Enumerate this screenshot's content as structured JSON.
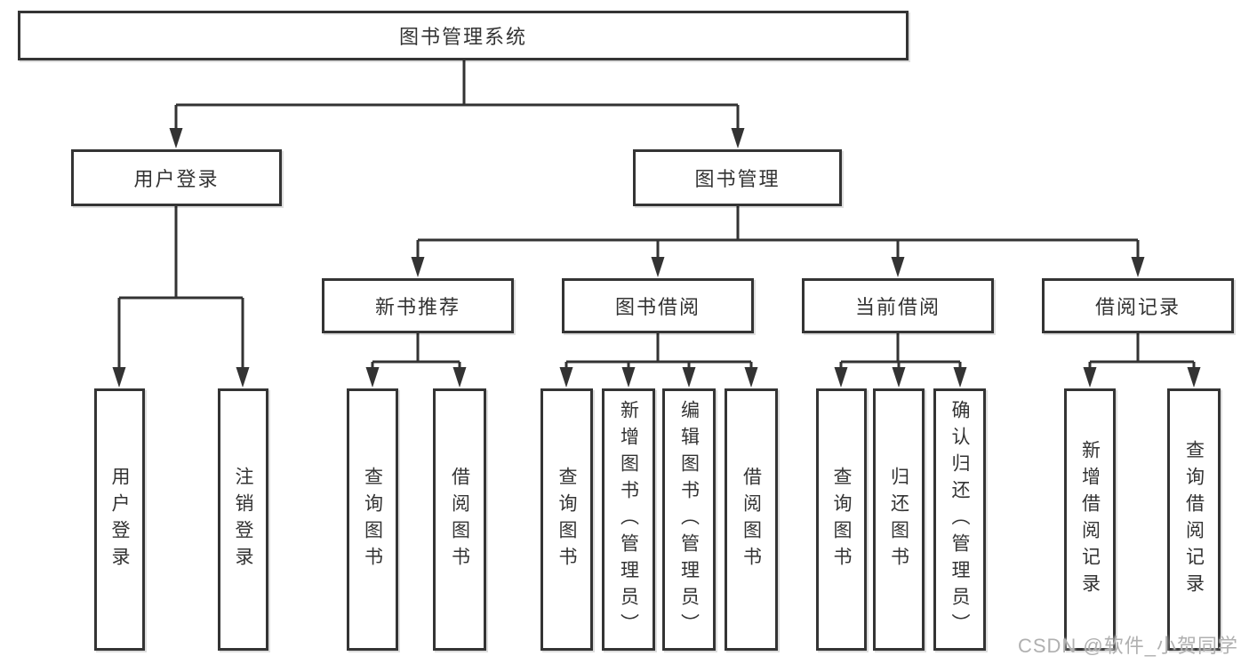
{
  "diagram": {
    "root": "图书管理系统",
    "user_login": {
      "label": "用户登录",
      "children": [
        "用户登录",
        "注销登录"
      ]
    },
    "book_management": {
      "label": "图书管理"
    },
    "new_book_recommend": {
      "label": "新书推荐",
      "children": [
        "查询图书",
        "借阅图书"
      ]
    },
    "book_borrow": {
      "label": "图书借阅",
      "children": [
        "查询图书",
        "新增图书（管理员）",
        "编辑图书（管理员）",
        "借阅图书"
      ]
    },
    "current_borrow": {
      "label": "当前借阅",
      "children": [
        "查询图书",
        "归还图书",
        "确认归还（管理员）"
      ]
    },
    "borrow_records": {
      "label": "借阅记录",
      "children": [
        "新增借阅记录",
        "查询借阅记录"
      ]
    }
  },
  "watermark": "CSDN @软件_小贺同学",
  "colors": {
    "line": "#333333",
    "box_border": "#343434",
    "text": "#333333",
    "watermark": "#b0b0b0",
    "background": "#ffffff"
  }
}
